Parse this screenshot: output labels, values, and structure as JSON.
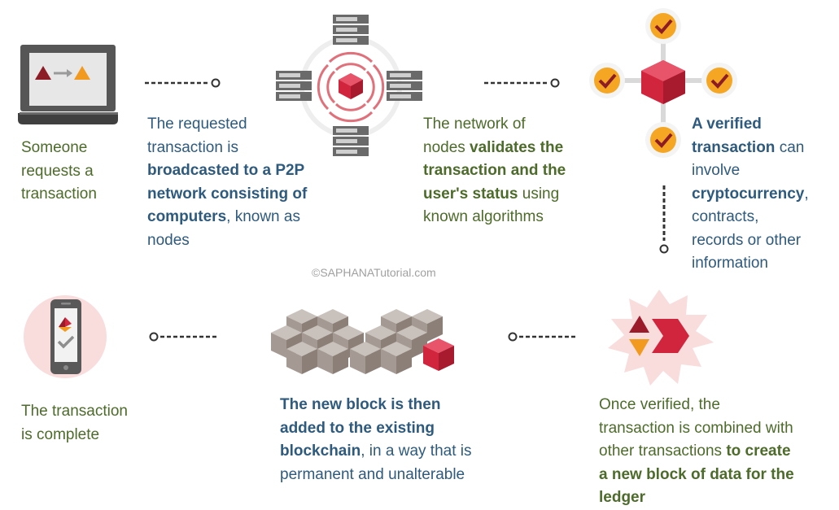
{
  "steps": {
    "step1": {
      "parts": [
        "Someone",
        "requests a",
        "transaction"
      ]
    },
    "step2": {
      "l1": "The requested",
      "l2": "transaction is",
      "l3": "broadcasted to a P2P",
      "l4": "network consisting of",
      "l5a": "computers",
      "l5b": ", known as",
      "l6": "nodes"
    },
    "step3": {
      "l1": "The network of",
      "l2a": "nodes ",
      "l2b": "validates the",
      "l3": "transaction and the",
      "l4a": "user's status",
      "l4b": " using",
      "l5": "known algorithms"
    },
    "step4": {
      "l1": "A verified",
      "l2a": "transaction",
      "l2b": " can",
      "l3": "involve",
      "l4a": "cryptocurrency",
      "l4b": ",",
      "l5": "contracts,",
      "l6": "records or other",
      "l7": "information"
    },
    "step5": {
      "l1": "Once verified, the",
      "l2": "transaction is combined with",
      "l3a": "other transactions ",
      "l3b": "to create",
      "l4": "a new block of data for the",
      "l5": "ledger"
    },
    "step6": {
      "l1": "The new block is then",
      "l2": "added to the existing",
      "l3a": "blockchain",
      "l3b": ", in a way that is",
      "l4": "permanent and unalterable"
    },
    "step7": {
      "l1": "The transaction",
      "l2": "is complete"
    }
  },
  "watermark": "©SAPHANATutorial.com",
  "icons": {
    "step1": "laptop-transaction-icon",
    "step2": "p2p-network-broadcast-icon",
    "step3": "nodes-validation-icon",
    "step5": "new-block-logo-icon",
    "step6": "blockchain-cubes-icon",
    "step7": "smartphone-complete-icon"
  },
  "colors": {
    "green_text": "#4d6b2a",
    "blue_text": "#2e5a7e",
    "accent_red": "#d1253d",
    "accent_orange": "#f29a1f",
    "dark_red": "#9b1b2a",
    "cube_gray": "#a59a93",
    "connector": "#333333"
  }
}
